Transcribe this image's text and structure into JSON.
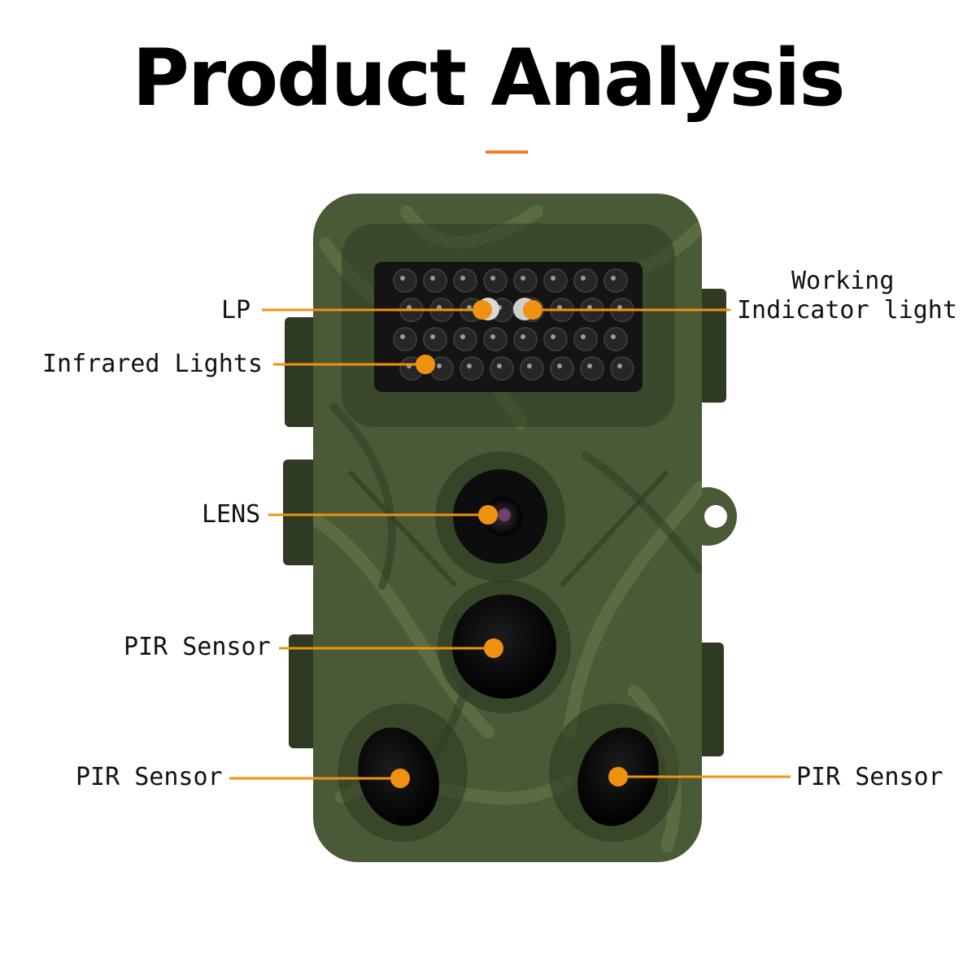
{
  "title": "Product Analysis",
  "colors": {
    "accent": "#f0920f",
    "divider": "#ef7d2d",
    "body": "#4a5a36",
    "body_dark": "#2e3a22",
    "camo_light": "#6b7a4a",
    "led_panel": "#141414"
  },
  "callouts": [
    {
      "id": "lp",
      "label": "LP"
    },
    {
      "id": "working-indicator",
      "label_line1": "Working",
      "label_line2": "Indicator light"
    },
    {
      "id": "infrared-lights",
      "label": "Infrared Lights"
    },
    {
      "id": "lens",
      "label": "LENS"
    },
    {
      "id": "pir-center",
      "label": "PIR Sensor"
    },
    {
      "id": "pir-left",
      "label": "PIR Sensor"
    },
    {
      "id": "pir-right",
      "label": "PIR Sensor"
    }
  ]
}
